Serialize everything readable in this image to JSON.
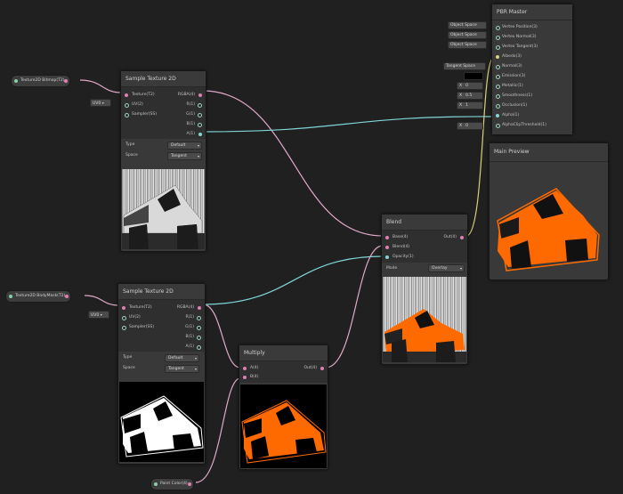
{
  "nodes": {
    "tex1": {
      "title": "Sample Texture 2D",
      "inputs": [
        "Texture(T2)",
        "UV(2)",
        "Sampler(SS)"
      ],
      "outputs": [
        "RGBA(4)",
        "R(1)",
        "G(1)",
        "B(1)",
        "A(1)"
      ],
      "type_label": "Type",
      "type_value": "Default",
      "space_label": "Space",
      "space_value": "Tangent"
    },
    "tex2": {
      "title": "Sample Texture 2D",
      "inputs": [
        "Texture(T2)",
        "UV(2)",
        "Sampler(SS)"
      ],
      "outputs": [
        "RGBA(4)",
        "R(1)",
        "G(1)",
        "B(1)",
        "A(1)"
      ],
      "type_label": "Type",
      "type_value": "Default",
      "space_label": "Space",
      "space_value": "Tangent"
    },
    "blend": {
      "title": "Blend",
      "inputs": [
        "Base(4)",
        "Blend(4)",
        "Opacity(1)"
      ],
      "output": "Out(4)",
      "mode_label": "Mode",
      "mode_value": "Overlay"
    },
    "multiply": {
      "title": "Multiply",
      "inputs": [
        "A(4)",
        "B(4)"
      ],
      "output": "Out(4)"
    },
    "pbr": {
      "title": "PBR Master",
      "inputs": [
        "Vertex Position(3)",
        "Vertex Normal(3)",
        "Vertex Tangent(3)",
        "Albedo(3)",
        "Normal(3)",
        "Emission(3)",
        "Metallic(1)",
        "Smoothness(1)",
        "Occlusion(1)",
        "Alpha(1)",
        "AlphaClipThreshold(1)"
      ],
      "defaults": [
        "Object Space",
        "Object Space",
        "Object Space",
        "",
        "Tangent Space",
        "",
        "0",
        "0.5",
        "1",
        "",
        "0"
      ],
      "default_prefix": "X"
    },
    "preview": {
      "title": "Main Preview"
    }
  },
  "properties": {
    "bitmap": "Texture2D Bitmap(T2)",
    "bodymask": "Texture2D BodyMask(T2)",
    "paint": "Paint Color(4)"
  },
  "uv_label": "UV0",
  "colors": {
    "background": "#202020",
    "wire_color": "#e0a8c8",
    "wire_alpha": "#80d6d6",
    "orange": "#ff6a00"
  }
}
